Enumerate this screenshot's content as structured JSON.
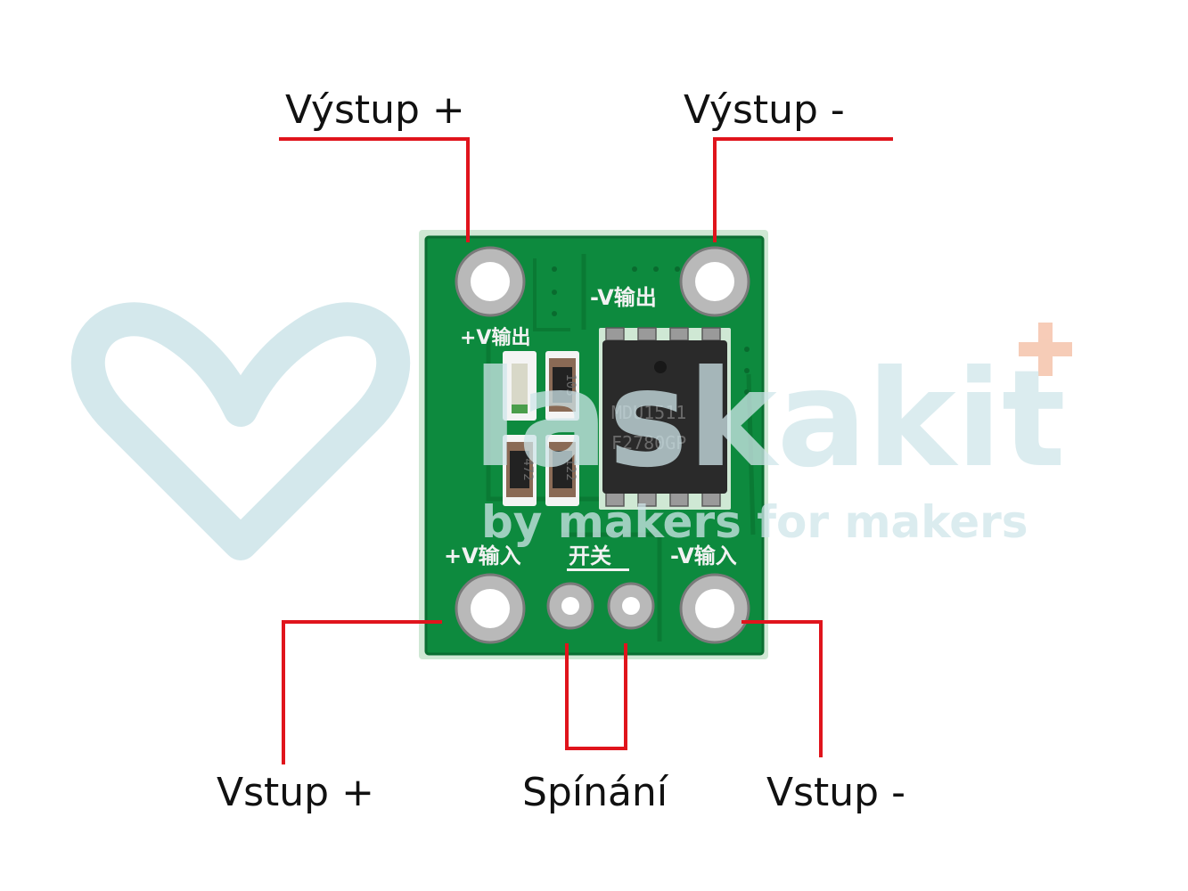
{
  "labels": {
    "output_plus": "Výstup +",
    "output_minus": "Výstup -",
    "input_plus": "Vstup +",
    "switch": "Spínání",
    "input_minus": "Vstup -"
  },
  "board_silkscreen": {
    "out_plus": "+V输出",
    "out_minus": "-V输出",
    "in_plus": "+V输入",
    "switch": "开关",
    "in_minus": "-V输入",
    "resistor_top": "103",
    "resistor_left": "472",
    "resistor_right": "122",
    "chip_line1": "MDU1511",
    "chip_line2": "F2780GP"
  },
  "watermark": {
    "brand": "laskakit",
    "tagline": "by makers for makers"
  },
  "colors": {
    "pcb": "#0d8a3e",
    "leader_line": "#e0141c",
    "watermark_teal": "#cfe5ea",
    "watermark_orange": "#f6c7b0"
  }
}
